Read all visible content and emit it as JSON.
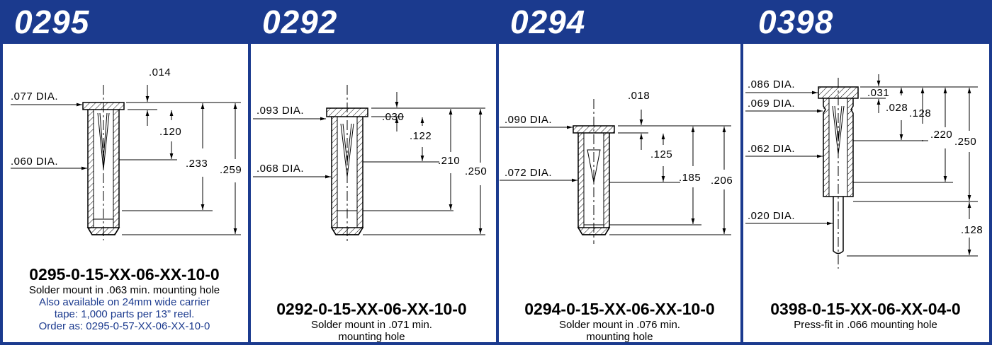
{
  "colors": {
    "brand": "#1b3a8e",
    "line": "#000000",
    "background": "#ffffff"
  },
  "panels": [
    {
      "title": "0295",
      "part_number": "0295-0-15-XX-06-XX-10-0",
      "description": "Solder mount in .063 min. mounting hole",
      "note_lines": [
        "Also available on 24mm wide carrier",
        "tape: 1,000 parts per 13” reel.",
        "Order as: 0295-0-57-XX-06-XX-10-0"
      ],
      "dims": {
        "head_dia": ".077 DIA.",
        "body_dia": ".060 DIA.",
        "d1": ".014",
        "d2": ".120",
        "d3": ".233",
        "d4": ".259"
      }
    },
    {
      "title": "0292",
      "part_number": "0292-0-15-XX-06-XX-10-0",
      "description_lines": [
        "Solder mount in .071 min.",
        "mounting hole"
      ],
      "dims": {
        "head_dia": ".093 DIA.",
        "body_dia": ".068 DIA.",
        "d1": ".030",
        "d2": ".122",
        "d3": ".210",
        "d4": ".250"
      }
    },
    {
      "title": "0294",
      "part_number": "0294-0-15-XX-06-XX-10-0",
      "description_lines": [
        "Solder mount in .076 min.",
        "mounting hole"
      ],
      "dims": {
        "head_dia": ".090 DIA.",
        "body_dia": ".072 DIA.",
        "d1": ".018",
        "d2": ".125",
        "d3": ".185",
        "d4": ".206"
      }
    },
    {
      "title": "0398",
      "part_number": "0398-0-15-XX-06-XX-04-0",
      "description": "Press-fit in .066 mounting hole",
      "dims": {
        "head_dia": ".086 DIA.",
        "collar_dia": ".069 DIA.",
        "body_dia": ".062 DIA.",
        "pin_dia": ".020 DIA.",
        "d1": ".031",
        "d2": ".028",
        "d3": ".128",
        "d4": ".220",
        "d5": ".250",
        "d6": ".128"
      }
    }
  ]
}
